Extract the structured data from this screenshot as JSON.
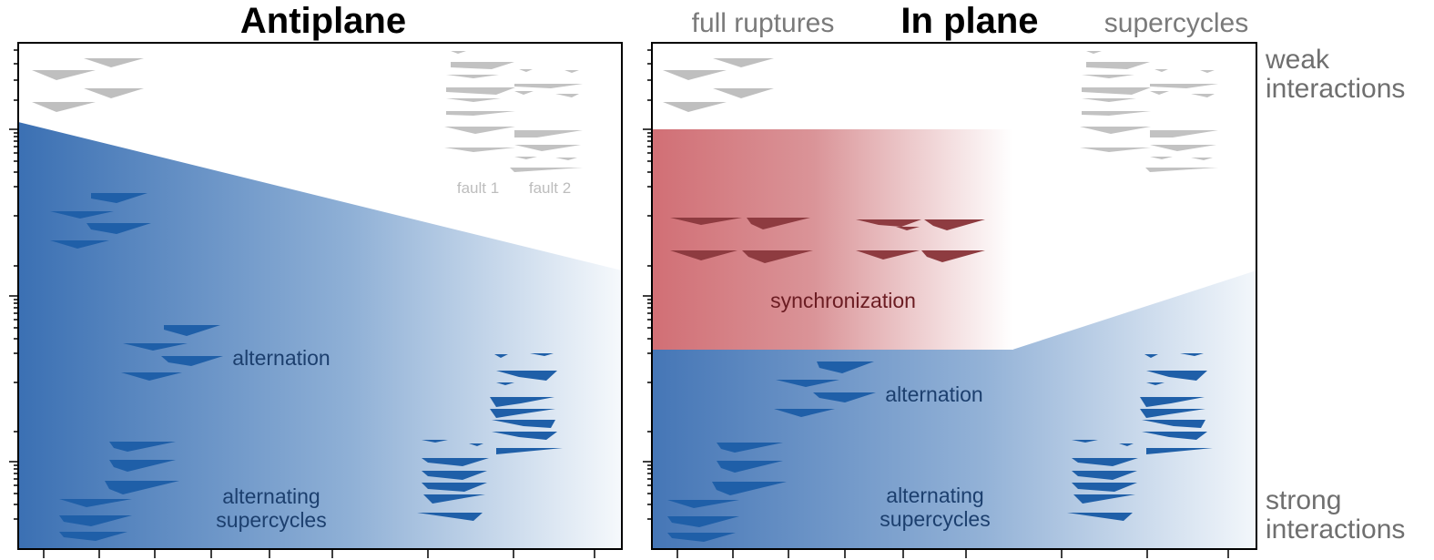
{
  "panels": [
    {
      "title": "Antiplane",
      "labels": {
        "fault1": "fault 1",
        "fault2": "fault 2",
        "alternation": "alternation",
        "supercycles_line1": "alternating",
        "supercycles_line2": "supercycles"
      }
    },
    {
      "title": "In plane",
      "labels": {
        "alternation": "alternation",
        "supercycles_line1": "alternating",
        "supercycles_line2": "supercycles",
        "synchronization": "synchronization"
      }
    }
  ],
  "top_labels": {
    "full_ruptures": "full ruptures",
    "supercycles": "supercycles"
  },
  "right_labels": {
    "weak_line1": "weak",
    "weak_line2": "interactions",
    "strong_line1": "strong",
    "strong_line2": "interactions"
  },
  "colors": {
    "gray_events": "#bfbfbf",
    "blue_events": "#1f5fa8",
    "red_events": "#8e3b40",
    "blue_region": "#3f74b5",
    "red_region": "#d27278",
    "frame": "#000000"
  },
  "icons": {
    "event": "rupture-wedge"
  }
}
